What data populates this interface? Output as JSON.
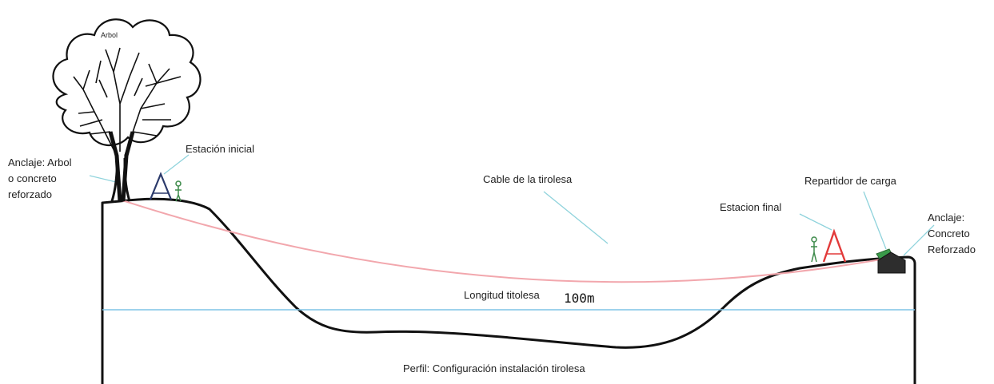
{
  "labels": {
    "tree": "Arbol",
    "anchor_left": [
      "Anclaje: Arbol",
      "o concreto",
      "reforzado"
    ],
    "start_station": "Estación inicial",
    "cable": "Cable de la tirolesa",
    "end_station": "Estacion final",
    "load_distributor": "Repartidor de carga",
    "anchor_right": [
      "Anclaje:",
      "Concreto",
      "Reforzado"
    ],
    "length_label": "Longitud titolesa",
    "length_value": "100m",
    "caption": "Perfil: Configuración instalación tirolesa"
  },
  "colors": {
    "cable": "#f2a7ad",
    "leader": "#8fd3dc",
    "length_line": "#7fc4e6",
    "ground": "#111111",
    "start_station": "#2b3a6b",
    "end_station": "#e23a3a",
    "anchor_block": "#2d2d2d"
  },
  "icons": {
    "tree": "tree-icon",
    "start_station": "a-frame-station-icon",
    "end_station": "a-frame-station-icon",
    "anchor_block": "concrete-block-icon",
    "person": "person-icon"
  }
}
